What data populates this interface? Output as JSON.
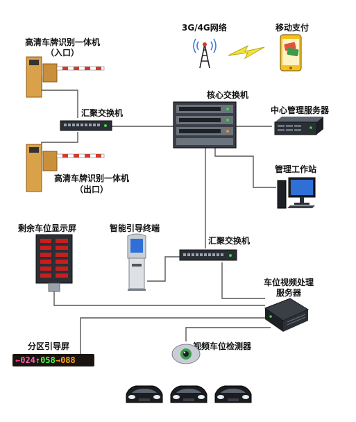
{
  "labels": {
    "network": "3G/4G网络",
    "mobile_pay": "移动支付",
    "lpr_entry_title": "高清车牌识别一体机",
    "lpr_entry_sub": "（入口）",
    "core_switch": "核心交换机",
    "agg_switch_1": "汇聚交换机",
    "central_server": "中心管理服务器",
    "workstation": "管理工作站",
    "lpr_exit_title": "高清车牌识别一体机",
    "lpr_exit_sub": "（出口）",
    "spaces_display": "剩余车位显示屏",
    "guide_terminal": "智能引导终端",
    "agg_switch_2": "汇聚交换机",
    "video_server_l1": "车位视频处理",
    "video_server_l2": "服务器",
    "zone_sign": "分区引导屏",
    "video_detector": "视频车位检测器"
  },
  "zone_sign": {
    "arrow_1": "←",
    "count_1": "024",
    "arrow_2": "↑",
    "count_2": "058",
    "arrow_3": "→",
    "count_3": "088"
  },
  "colors": {
    "barrier_gate": "#d9a24a",
    "barrier_arm_red": "#d23a2a",
    "switch_body": "#2b2f36",
    "led_display": "#c81e1e",
    "wire": "#555555",
    "signal_bolt": "#f2e23a"
  },
  "icons": [
    "cell-tower-icon",
    "lightning-icon",
    "smartphone-icon",
    "barrier-gate-icon",
    "network-switch-icon",
    "rack-server-icon",
    "computer-icon",
    "led-display-icon",
    "kiosk-icon",
    "video-server-icon",
    "camera-icon",
    "car-icon"
  ]
}
